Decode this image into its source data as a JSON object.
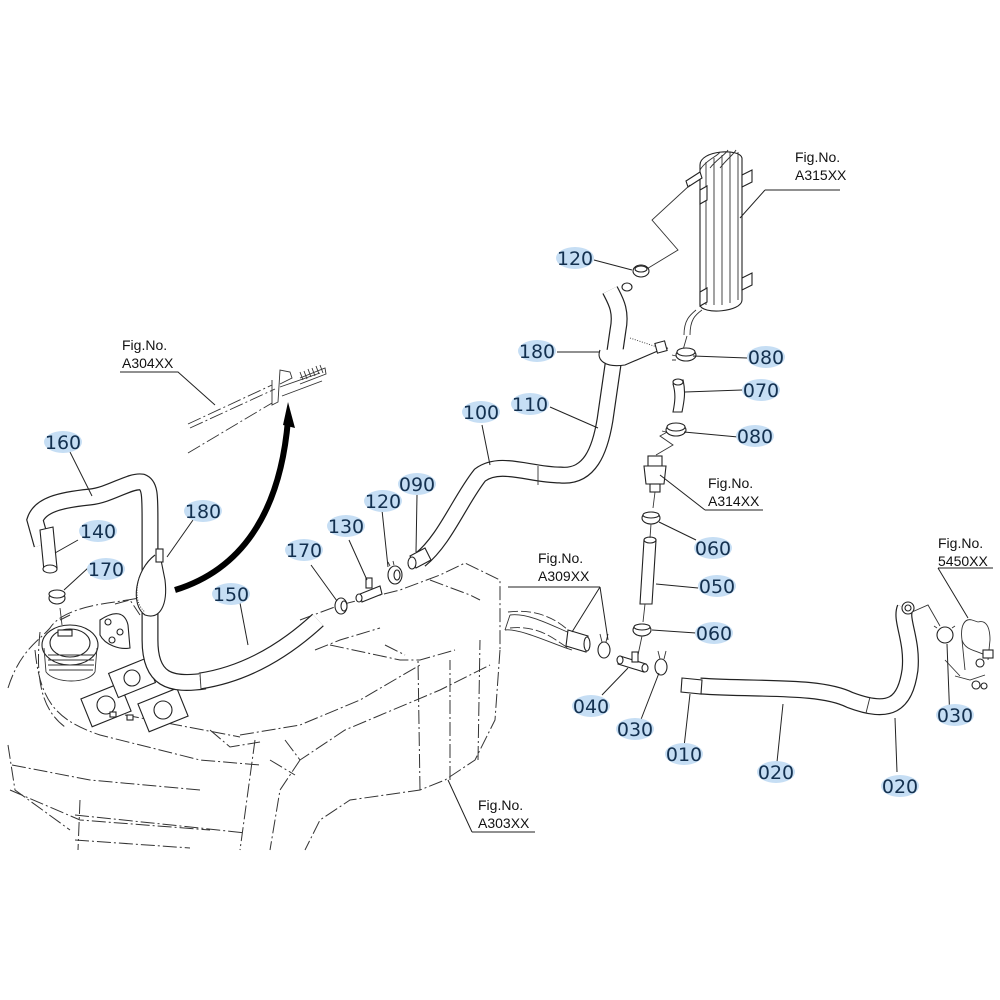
{
  "diagram": {
    "type": "exploded-parts-diagram",
    "subject": "fuel hose routing with oil cooler and fuel tank",
    "label_highlight_color": "#c6def4",
    "label_text_color": "#13304f",
    "line_color": "#222222",
    "figure_references": [
      {
        "id": "fig-a304",
        "caption": "Fig.No.",
        "code": "A304XX"
      },
      {
        "id": "fig-a315",
        "caption": "Fig.No.",
        "code": "A315XX"
      },
      {
        "id": "fig-a314",
        "caption": "Fig.No.",
        "code": "A314XX"
      },
      {
        "id": "fig-a309",
        "caption": "Fig.No.",
        "code": "A309XX"
      },
      {
        "id": "fig-5450",
        "caption": "Fig.No.",
        "code": "5450XX"
      },
      {
        "id": "fig-a303",
        "caption": "Fig.No.",
        "code": "A303XX"
      }
    ],
    "part_callouts": [
      {
        "id": "c160",
        "number": "160",
        "part": "hose"
      },
      {
        "id": "c140",
        "number": "140",
        "part": "pipe"
      },
      {
        "id": "c170a",
        "number": "170",
        "part": "clamp"
      },
      {
        "id": "c180a",
        "number": "180",
        "part": "band"
      },
      {
        "id": "c150",
        "number": "150",
        "part": "hose"
      },
      {
        "id": "c170b",
        "number": "170",
        "part": "clamp"
      },
      {
        "id": "c130",
        "number": "130",
        "part": "joint"
      },
      {
        "id": "c120a",
        "number": "120",
        "part": "clamp"
      },
      {
        "id": "c090",
        "number": "090",
        "part": "pipe"
      },
      {
        "id": "c100",
        "number": "100",
        "part": "hose"
      },
      {
        "id": "c110",
        "number": "110",
        "part": "hose"
      },
      {
        "id": "c180b",
        "number": "180",
        "part": "band"
      },
      {
        "id": "c120b",
        "number": "120",
        "part": "clamp"
      },
      {
        "id": "c080a",
        "number": "080",
        "part": "clamp"
      },
      {
        "id": "c070",
        "number": "070",
        "part": "hose"
      },
      {
        "id": "c080b",
        "number": "080",
        "part": "clamp"
      },
      {
        "id": "c060a",
        "number": "060",
        "part": "clamp"
      },
      {
        "id": "c050",
        "number": "050",
        "part": "hose"
      },
      {
        "id": "c060b",
        "number": "060",
        "part": "clamp"
      },
      {
        "id": "c040",
        "number": "040",
        "part": "joint"
      },
      {
        "id": "c030a",
        "number": "030",
        "part": "clamp"
      },
      {
        "id": "c010",
        "number": "010",
        "part": "pipe"
      },
      {
        "id": "c020a",
        "number": "020",
        "part": "hose"
      },
      {
        "id": "c020b",
        "number": "020",
        "part": "hose"
      },
      {
        "id": "c030b",
        "number": "030",
        "part": "clamp"
      }
    ]
  }
}
